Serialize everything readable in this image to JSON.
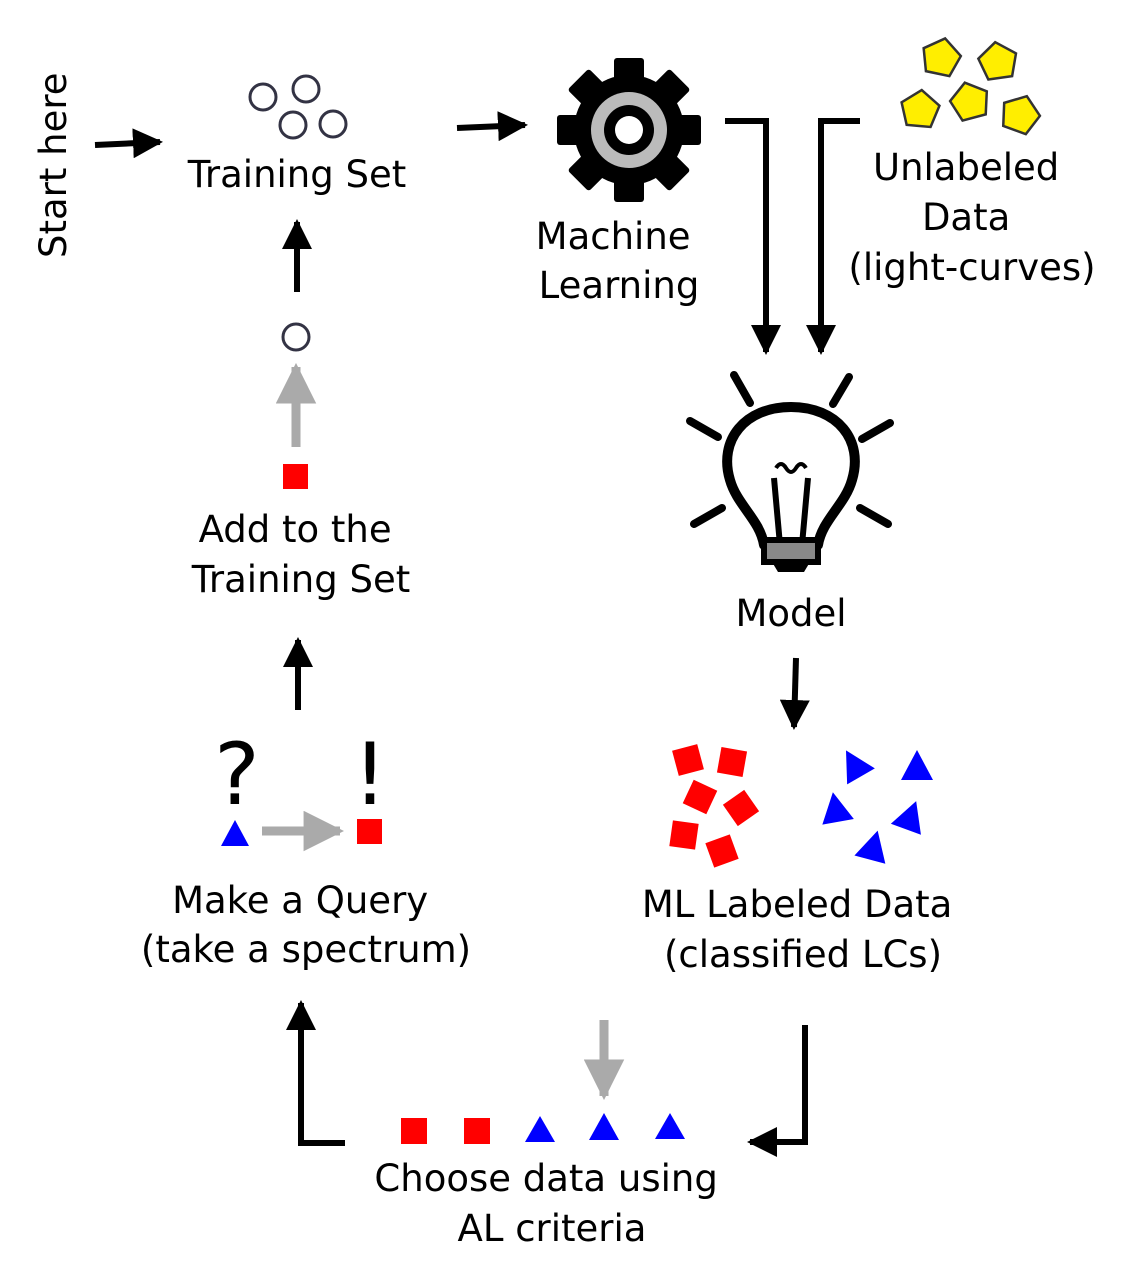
{
  "labels": {
    "start_here": "Start here",
    "training_set": "Training Set",
    "machine_learning": [
      "Machine",
      "Learning"
    ],
    "unlabeled_data": [
      "Unlabeled",
      "Data",
      "(light-curves)"
    ],
    "model": "Model",
    "ml_labeled_data": [
      "ML Labeled Data",
      "(classified LCs)"
    ],
    "choose_data": [
      "Choose data using",
      "AL criteria"
    ],
    "make_query": [
      "Make a Query",
      "(take a spectrum)"
    ],
    "add_training": [
      "Add to the",
      "Training Set"
    ],
    "question_mark": "?",
    "exclamation_mark": "!"
  },
  "colors": {
    "arrow": "#000000",
    "arrow_gray": "#aaaaaa",
    "labeled_red": "#ff0000",
    "labeled_blue": "#0000ff",
    "unlabeled_yellow": "#ffee00",
    "training_circle_stroke": "#333344",
    "gear_center": "#bbbbbb",
    "bulb_base": "#888888"
  },
  "icons": [
    "gear-icon",
    "lightbulb-icon",
    "circle-icon",
    "pentagon-icon",
    "square-icon",
    "triangle-icon"
  ]
}
